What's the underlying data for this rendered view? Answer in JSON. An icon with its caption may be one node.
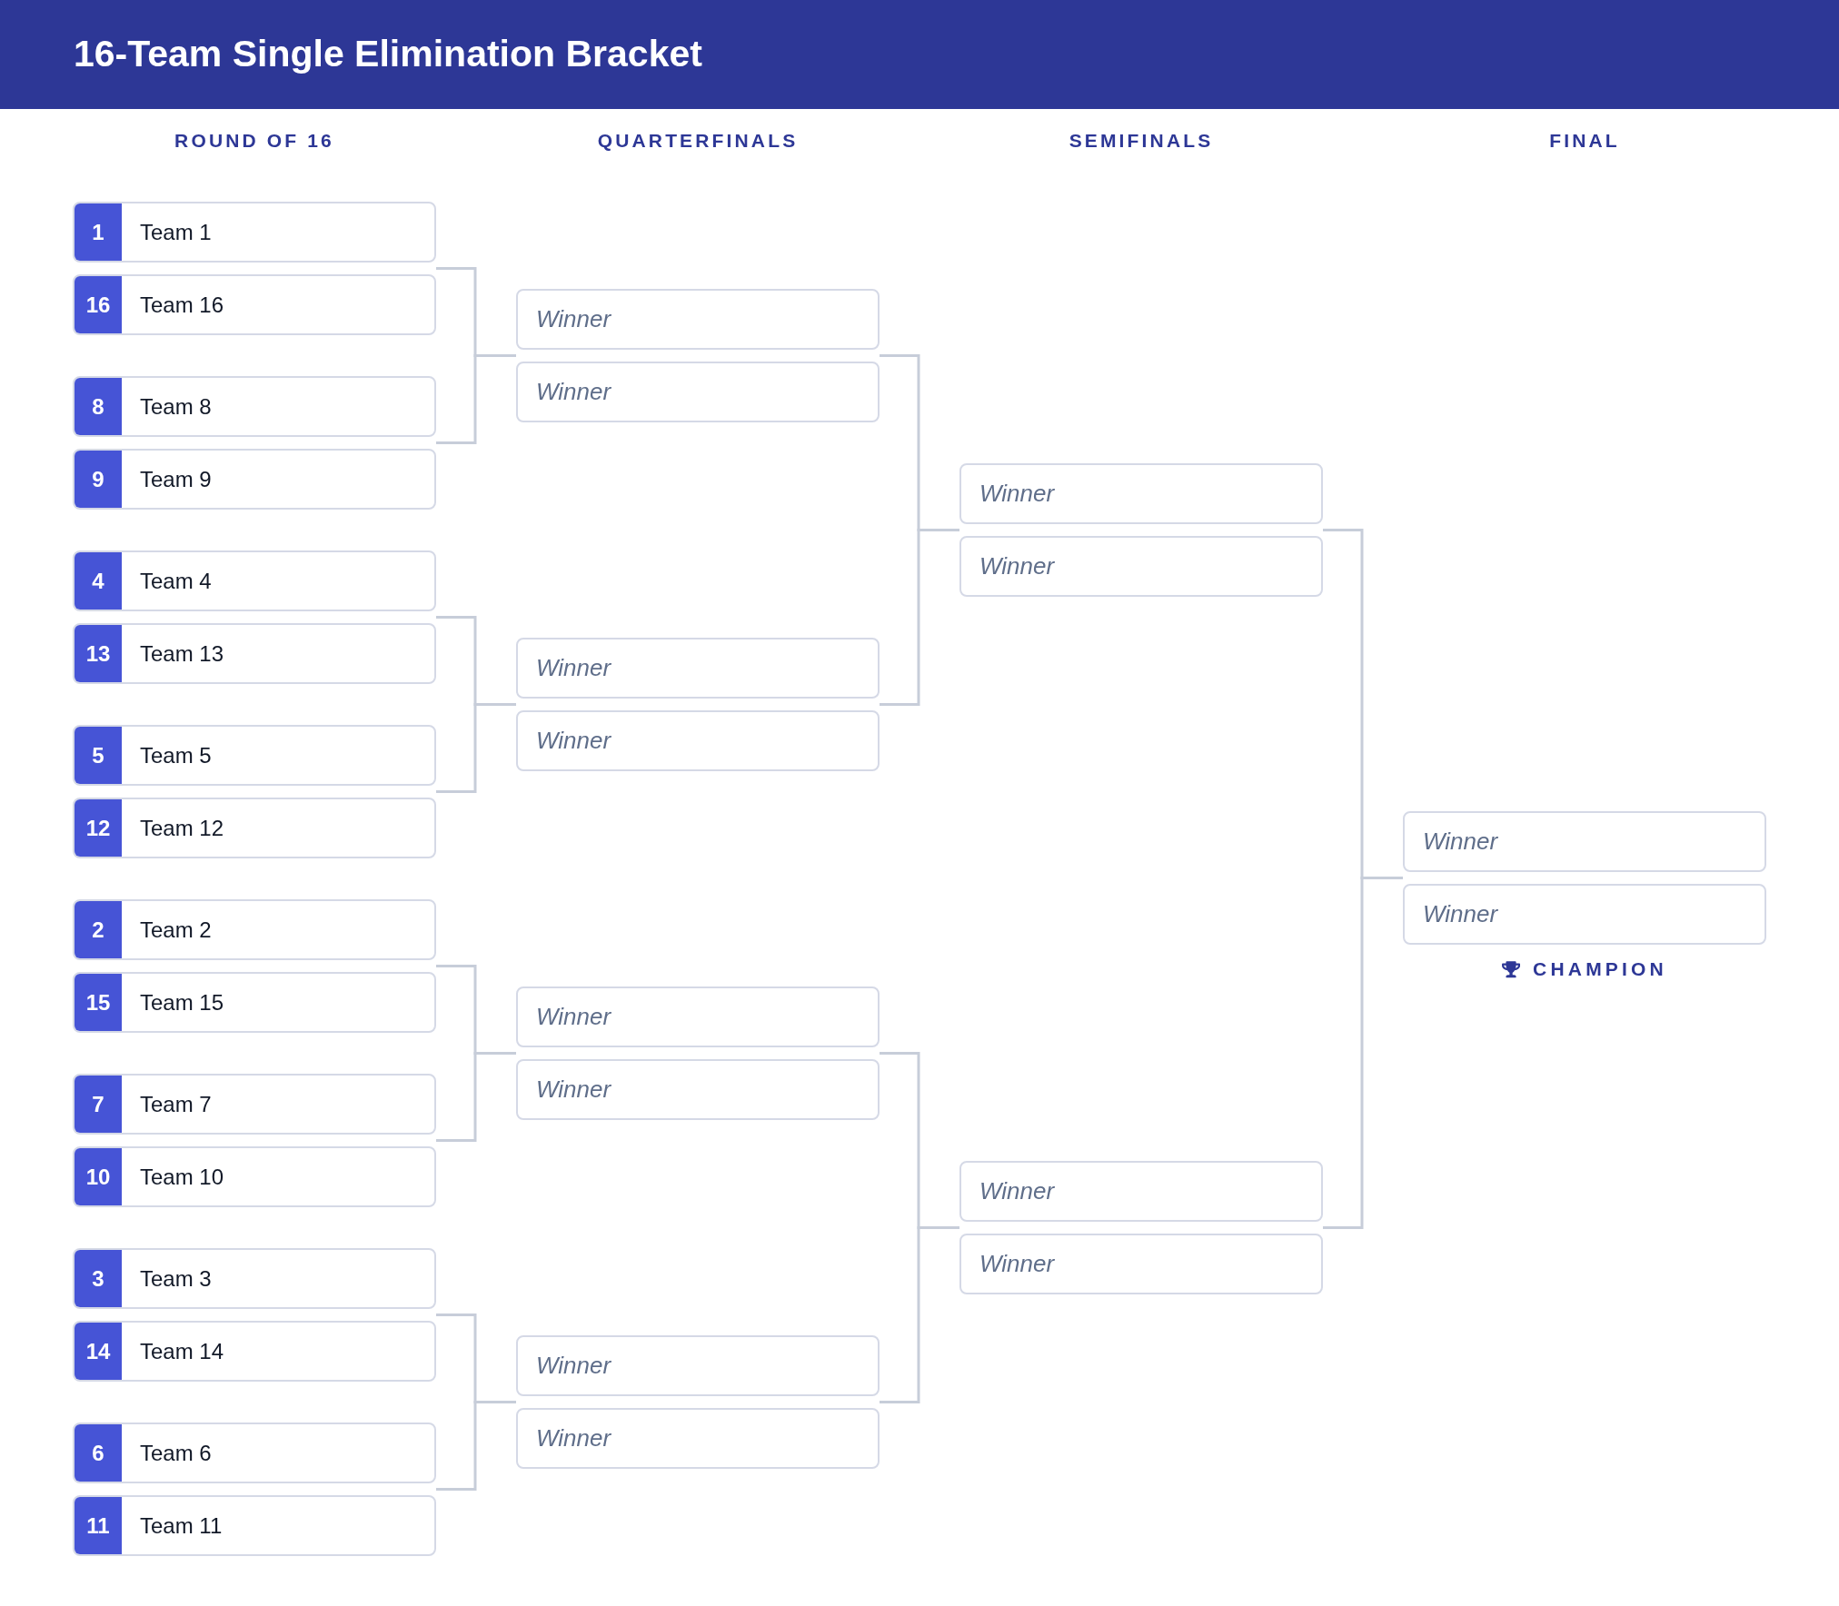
{
  "diagram": {
    "title": "16-Team Single Elimination Bracket",
    "nodes": [
      {
        "text": [
          "1",
          "Team 1"
        ]
      },
      {
        "text": [
          "16",
          "Team 16"
        ]
      },
      {
        "text": [
          "8",
          "Team 8"
        ]
      },
      {
        "text": [
          "9",
          "Team 9"
        ]
      },
      {
        "text": [
          "4",
          "Team 4"
        ]
      },
      {
        "text": [
          "13",
          "Team 13"
        ]
      },
      {
        "text": [
          "5",
          "Team 5"
        ]
      },
      {
        "text": [
          "12",
          "Team 12"
        ]
      },
      {
        "text": [
          "2",
          "Team 2"
        ]
      },
      {
        "text": [
          "15",
          "Team 15"
        ]
      },
      {
        "text": [
          "7",
          "Team 7"
        ]
      },
      {
        "text": [
          "10",
          "Team 10"
        ]
      },
      {
        "text": [
          "3",
          "Team 3"
        ]
      },
      {
        "text": [
          "14",
          "Team 14"
        ]
      },
      {
        "text": [
          "6",
          "Team 6"
        ]
      },
      {
        "text": [
          "11",
          "Team 11"
        ]
      },
      {
        "text": [
          "Winner"
        ]
      },
      {
        "text": [
          "Winner"
        ]
      },
      {
        "text": [
          "Winner"
        ]
      },
      {
        "text": [
          "Winner"
        ]
      },
      {
        "text": [
          "Winner"
        ]
      },
      {
        "text": [
          "Winner"
        ]
      },
      {
        "text": [
          "Winner"
        ]
      },
      {
        "text": [
          "Winner"
        ]
      },
      {
        "text": [
          "Winner"
        ]
      },
      {
        "text": [
          "Winner"
        ]
      },
      {
        "text": [
          "Winner"
        ]
      },
      {
        "text": [
          "Winner"
        ]
      },
      {
        "text": [
          "Winner"
        ]
      },
      {
        "text": [
          "Winner"
        ]
      }
    ],
    "edges": [
      {
        "from": 0,
        "to": 16,
        "arrow": "none"
      },
      {
        "from": 1,
        "to": 16,
        "arrow": "none"
      },
      {
        "from": 2,
        "to": 17,
        "arrow": "none"
      },
      {
        "from": 3,
        "to": 17,
        "arrow": "none"
      },
      {
        "from": 4,
        "to": 18,
        "arrow": "none"
      },
      {
        "from": 5,
        "to": 18,
        "arrow": "none"
      },
      {
        "from": 6,
        "to": 19,
        "arrow": "none"
      },
      {
        "from": 7,
        "to": 19,
        "arrow": "none"
      },
      {
        "from": 8,
        "to": 20,
        "arrow": "none"
      },
      {
        "from": 9,
        "to": 20,
        "arrow": "none"
      },
      {
        "from": 10,
        "to": 21,
        "arrow": "none"
      },
      {
        "from": 11,
        "to": 21,
        "arrow": "none"
      },
      {
        "from": 12,
        "to": 22,
        "arrow": "none"
      },
      {
        "from": 13,
        "to": 22,
        "arrow": "none"
      },
      {
        "from": 14,
        "to": 23,
        "arrow": "none"
      },
      {
        "from": 15,
        "to": 23,
        "arrow": "none"
      },
      {
        "from": 16,
        "to": 24,
        "arrow": "none"
      },
      {
        "from": 17,
        "to": 24,
        "arrow": "none"
      },
      {
        "from": 18,
        "to": 25,
        "arrow": "none"
      },
      {
        "from": 19,
        "to": 25,
        "arrow": "none"
      },
      {
        "from": 20,
        "to": 26,
        "arrow": "none"
      },
      {
        "from": 21,
        "to": 26,
        "arrow": "none"
      },
      {
        "from": 22,
        "to": 27,
        "arrow": "none"
      },
      {
        "from": 23,
        "to": 27,
        "arrow": "none"
      },
      {
        "from": 24,
        "to": 28,
        "arrow": "none"
      },
      {
        "from": 25,
        "to": 28,
        "arrow": "none"
      },
      {
        "from": 26,
        "to": 29,
        "arrow": "none"
      },
      {
        "from": 27,
        "to": 29,
        "arrow": "none"
      }
    ],
    "labels": [
      "ROUND OF 16",
      "QUARTERFINALS",
      "SEMIFINALS",
      "FINAL",
      "CHAMPION"
    ]
  }
}
